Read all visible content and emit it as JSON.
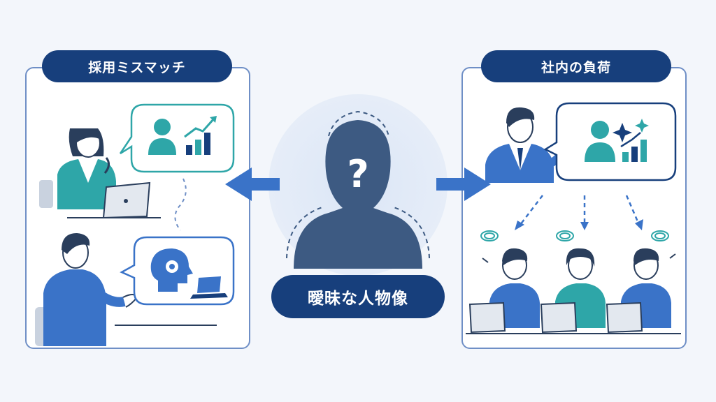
{
  "left_panel": {
    "title": "採用ミスマッチ"
  },
  "right_panel": {
    "title": "社内の負荷"
  },
  "center": {
    "label": "曖昧な人物像",
    "question_mark": "?"
  },
  "colors": {
    "navy": "#173f7c",
    "blue": "#3a73c8",
    "teal": "#2ea6a8",
    "silhouette": "#3d5a82",
    "panel_border": "#6f8fc6"
  }
}
